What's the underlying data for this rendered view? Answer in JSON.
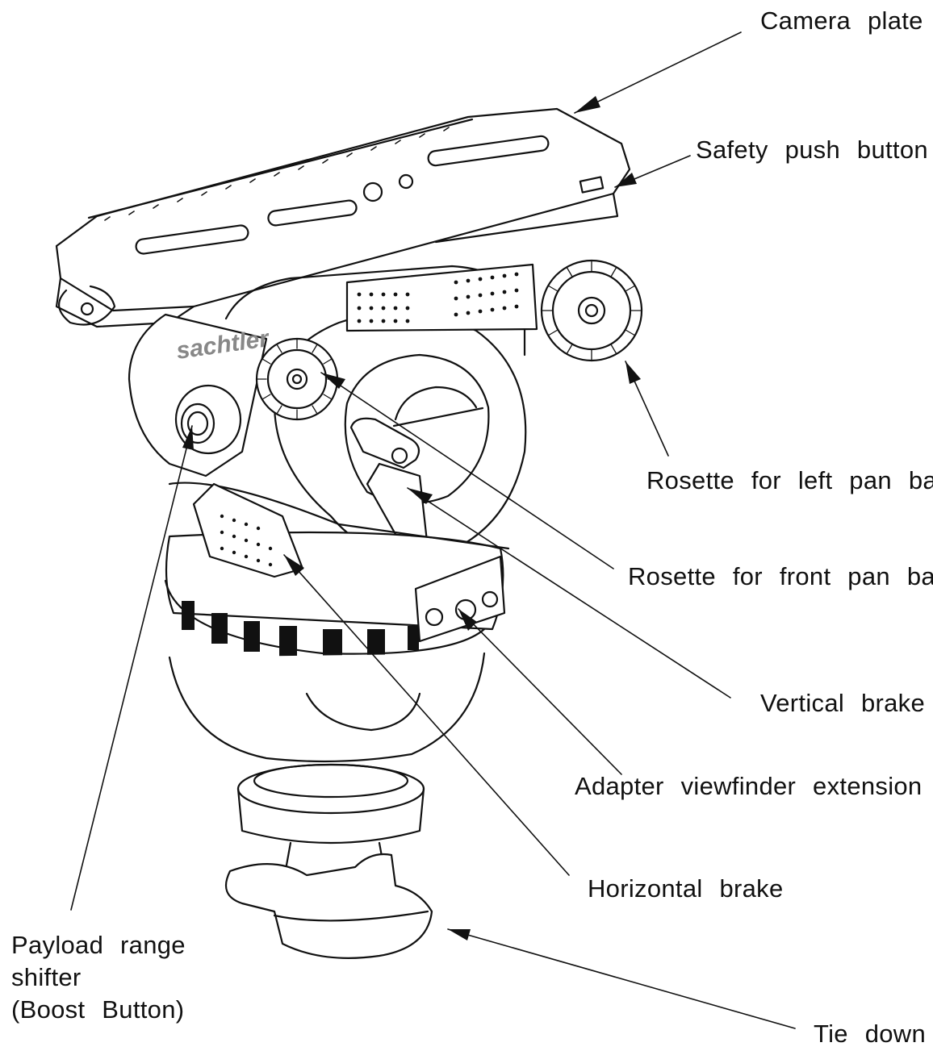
{
  "diagram": {
    "labels": {
      "camera_plate": "Camera plate",
      "safety_push_button": "Safety push button",
      "rosette_left_pan": "Rosette for left pan bar",
      "rosette_front_pan": "Rosette for front pan bar",
      "vertical_brake": "Vertical brake",
      "adapter_viewfinder": "Adapter viewfinder extension",
      "horizontal_brake": "Horizontal brake",
      "payload_line1": "Payload range",
      "payload_line2": "shifter",
      "payload_line3": "(Boost Button)",
      "tie_down": "Tie down"
    },
    "brand_text": "sachtler",
    "colors": {
      "ink": "#111111",
      "background": "#ffffff"
    }
  }
}
